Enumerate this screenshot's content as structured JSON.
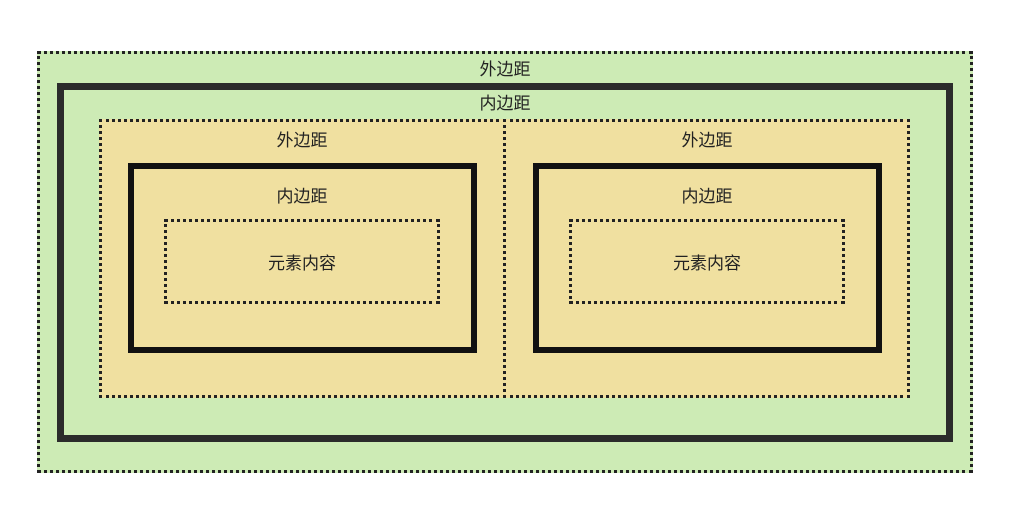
{
  "diagram": {
    "outer": {
      "margin_label": "外边距",
      "padding_label": "内边距"
    },
    "children": [
      {
        "margin_label": "外边距",
        "padding_label": "内边距",
        "content_label": "元素内容"
      },
      {
        "margin_label": "外边距",
        "padding_label": "内边距",
        "content_label": "元素内容"
      }
    ],
    "colors": {
      "outer_fill": "#cdebb5",
      "child_fill": "#f0e0a0",
      "border": "#222222"
    }
  }
}
